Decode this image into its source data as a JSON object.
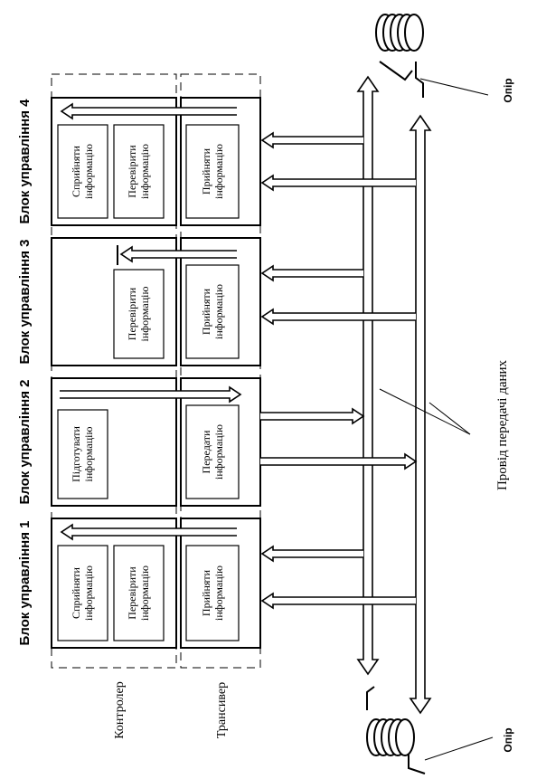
{
  "blocks": [
    {
      "title": "Блок управління 1",
      "controller": [
        [
          "Сприйняти",
          "інформацію"
        ],
        [
          "Перевірити",
          "інформацію"
        ]
      ],
      "transceiver": [
        "Прийняти",
        "інформацію"
      ]
    },
    {
      "title": "Блок управління 2",
      "controller": [
        [
          "Підготувати",
          "інформацію"
        ]
      ],
      "transceiver": [
        "Передати",
        "інформацію"
      ]
    },
    {
      "title": "Блок управління 3",
      "controller": [
        [
          "Перевірити",
          "інформацію"
        ]
      ],
      "transceiver": [
        "Прийняти",
        "інформацію"
      ]
    },
    {
      "title": "Блок управління 4",
      "controller": [
        [
          "Сприйняти",
          "інформацію"
        ],
        [
          "Перевірити",
          "інформацію"
        ]
      ],
      "transceiver": [
        "Прийняти",
        "інформацію"
      ]
    }
  ],
  "labels": {
    "controller": "Контролер",
    "transceiver": "Трансивер",
    "wire": "Провід передачі даних",
    "resistor_top": "Опір",
    "resistor_bottom": "Опір"
  }
}
